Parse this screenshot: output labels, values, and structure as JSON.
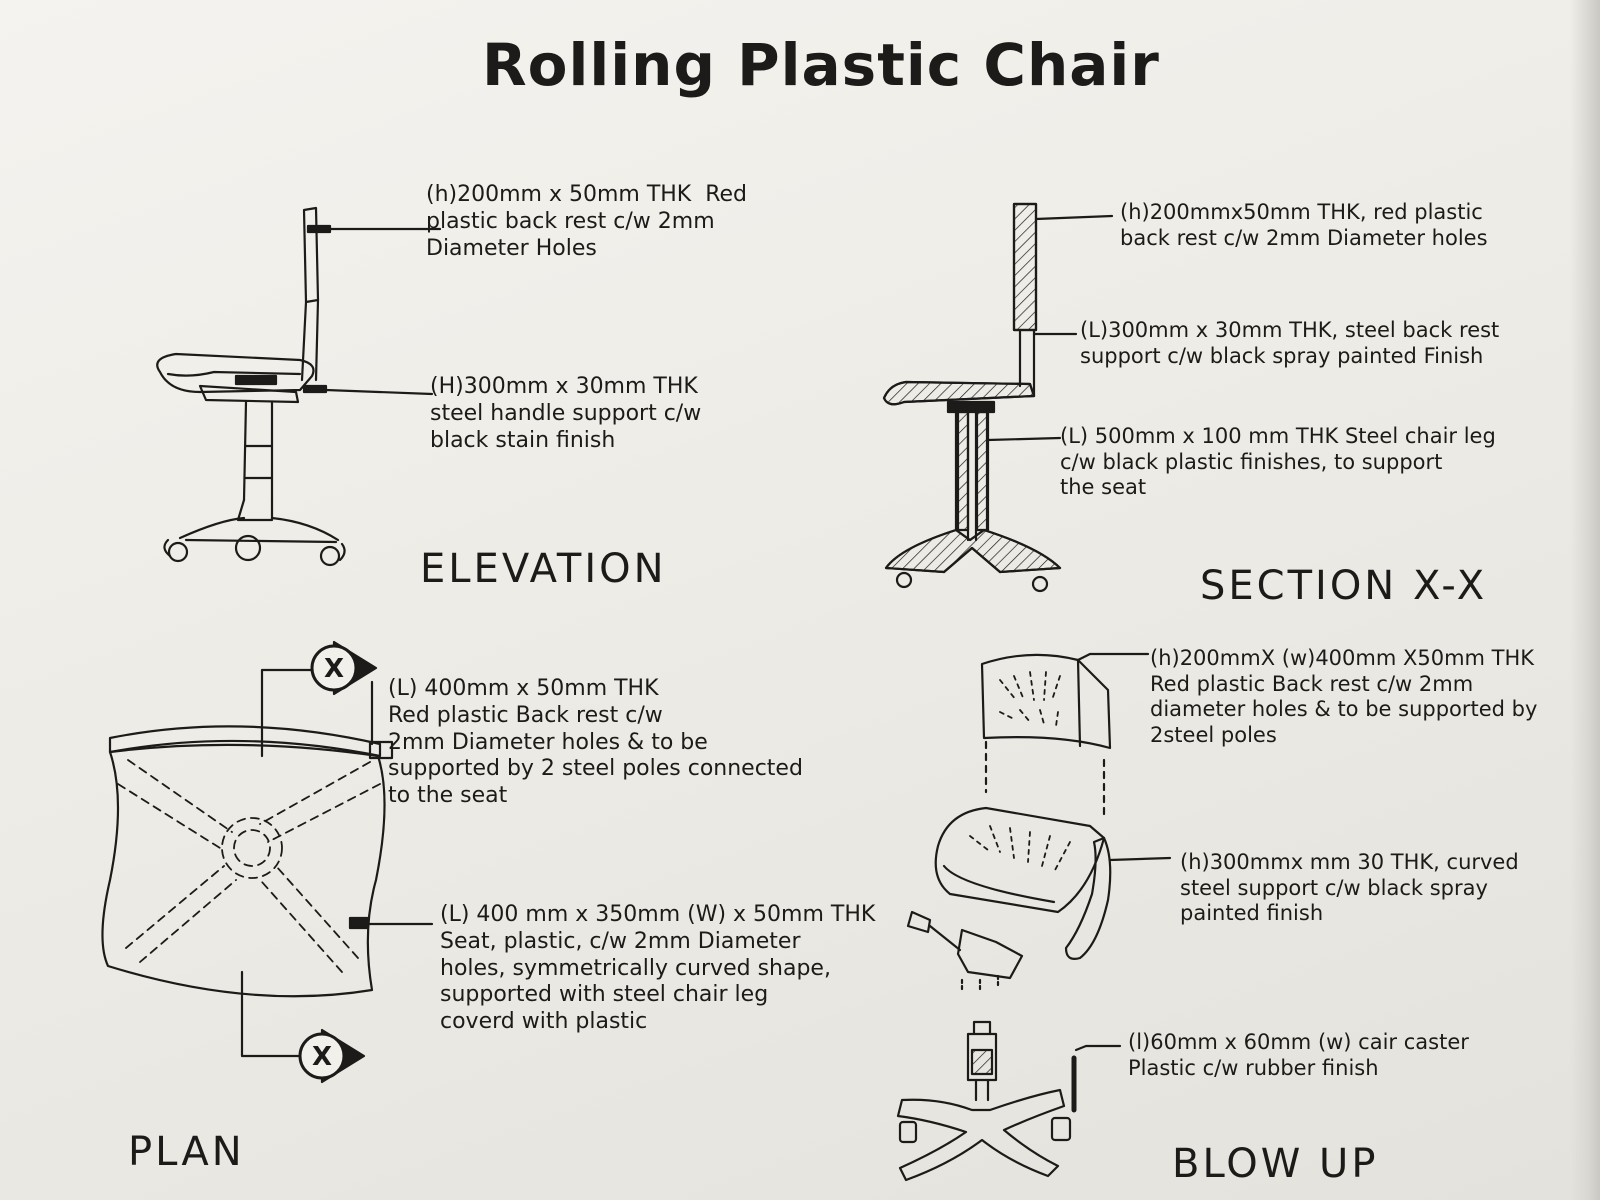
{
  "title": "Rolling Plastic Chair",
  "views": {
    "elevation": {
      "label": "ELEVATION",
      "notes": [
        "(h)200mm x 50mm THK  Red\nplastic back rest c/w 2mm\nDiameter Holes",
        "(H)300mm x 30mm THK\nsteel handle support c/w\nblack stain finish"
      ]
    },
    "section": {
      "label": "SECTION X-X",
      "notes": [
        "(h)200mmx50mm THK, red plastic\nback rest c/w 2mm Diameter holes",
        "(L)300mm x 30mm THK, steel back rest\nsupport c/w black spray painted Finish",
        "(L) 500mm x 100 mm THK Steel chair leg\nc/w black plastic finishes, to support\nthe seat"
      ]
    },
    "plan": {
      "label": "PLAN",
      "section_marker": "X",
      "notes": [
        "(L) 400mm x 50mm THK\nRed plastic Back rest c/w\n2mm Diameter holes & to be\nsupported by 2 steel poles connected\nto the seat",
        "(L) 400 mm x 350mm (W) x 50mm THK\nSeat, plastic, c/w 2mm Diameter\nholes, symmetrically curved shape,\nsupported with steel chair leg\ncoverd with plastic"
      ]
    },
    "blow_up": {
      "label": "BLOW UP",
      "notes": [
        "(h)200mmX (w)400mm X50mm THK\nRed plastic Back rest c/w 2mm\ndiameter holes & to be supported by\n2steel poles",
        "(h)300mmx mm 30 THK, curved\nsteel support c/w black spray\npainted finish",
        "(l)60mm x 60mm (w) cair caster\nPlastic c/w rubber finish"
      ]
    }
  }
}
